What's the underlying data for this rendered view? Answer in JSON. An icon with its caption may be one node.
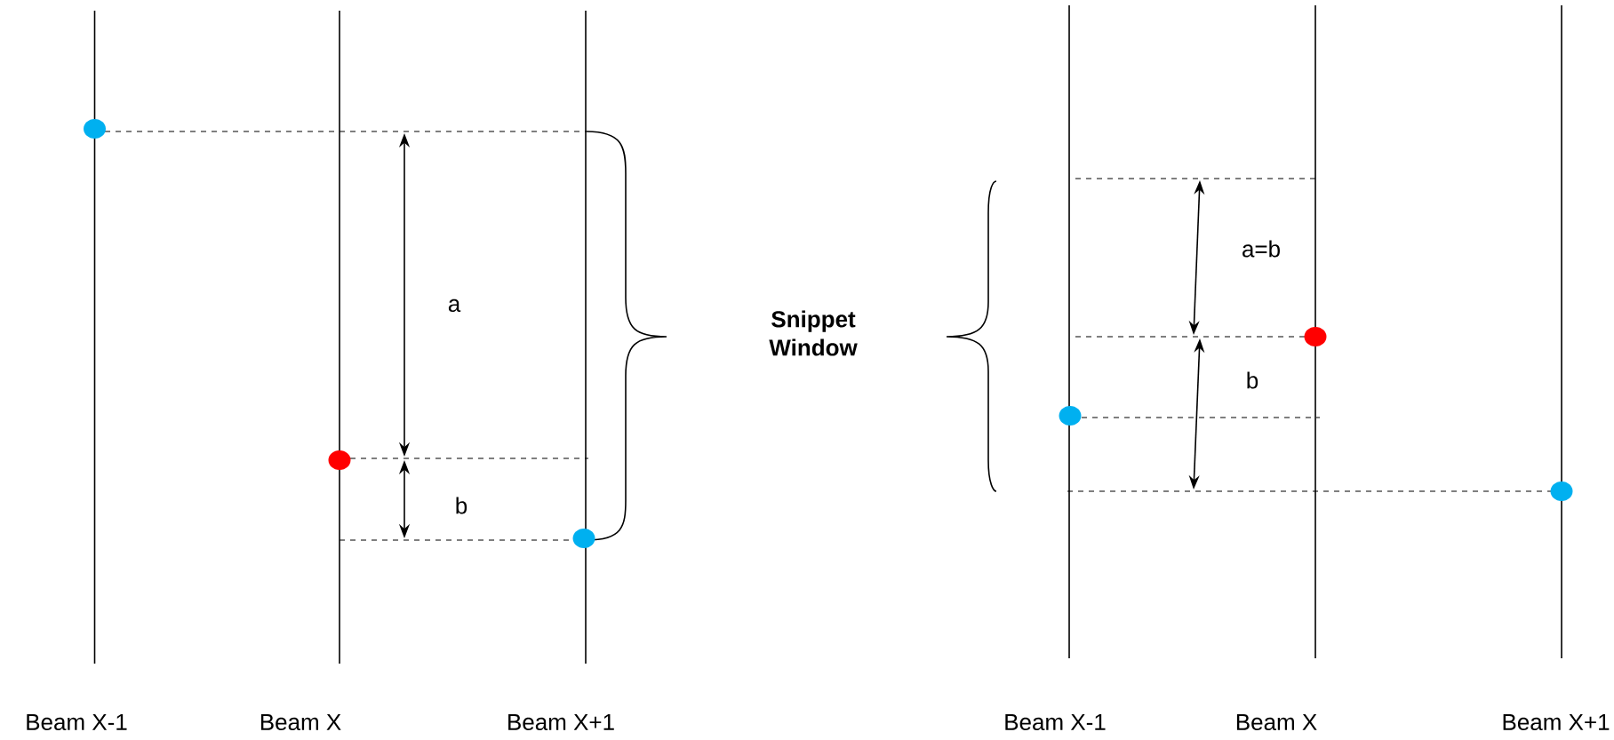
{
  "diagram": {
    "labels": [
      "a",
      "b",
      "Snippet Window",
      "a=b",
      "b",
      "Beam X-1",
      "Beam X",
      "Beam X+1",
      "Beam X-1",
      "Beam X",
      "Beam X+1"
    ]
  }
}
